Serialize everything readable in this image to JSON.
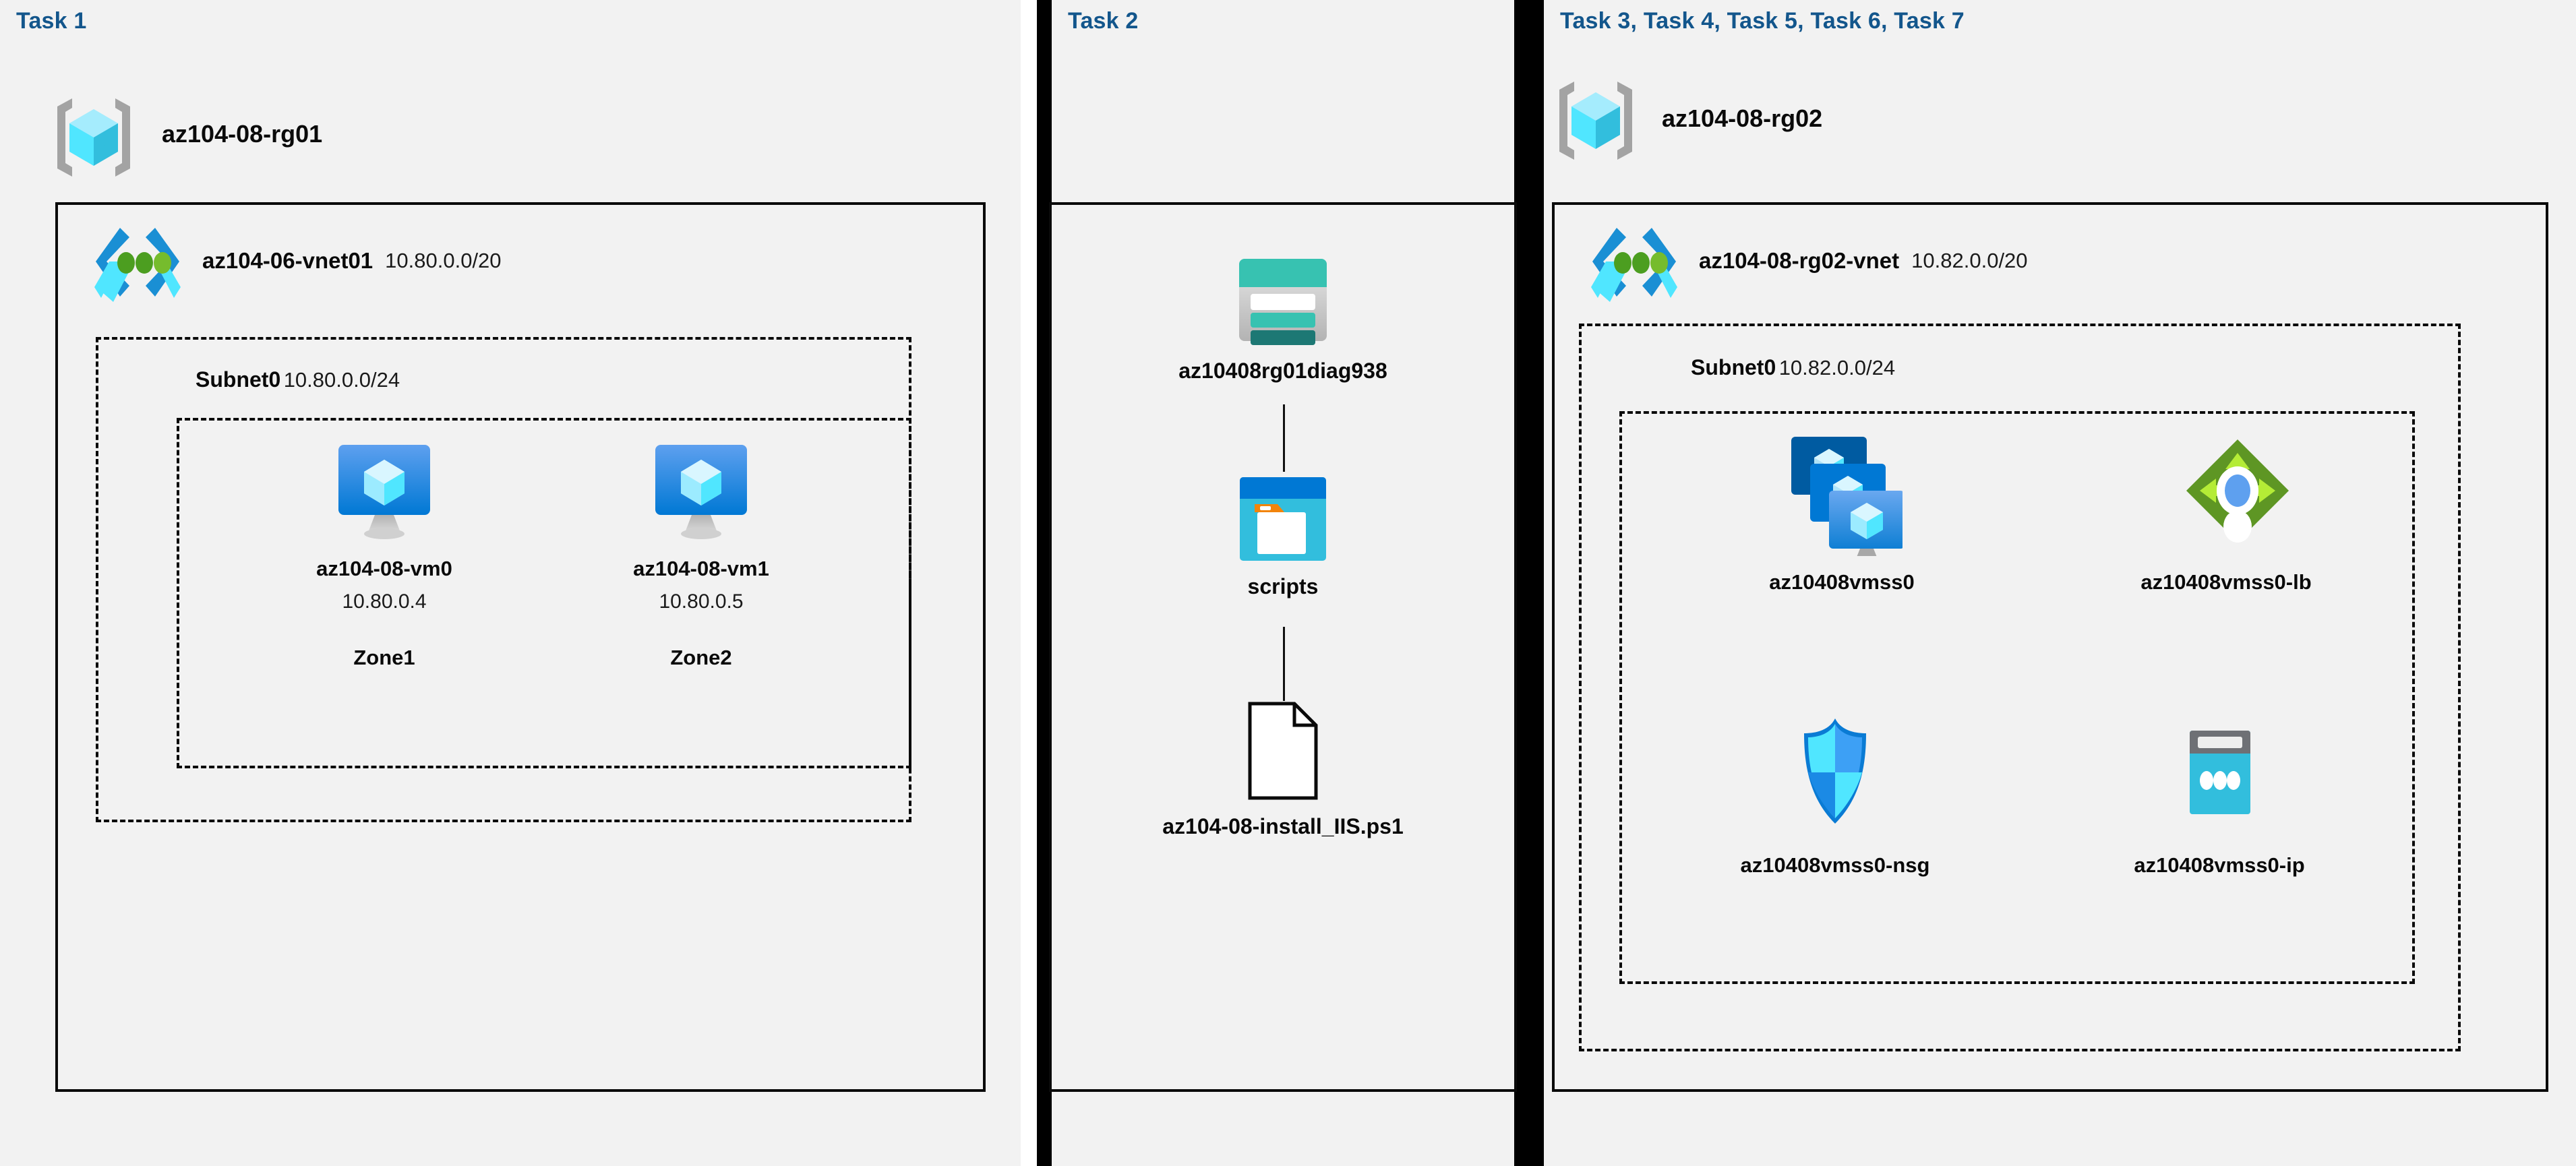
{
  "panels": [
    {
      "title": "Task 1"
    },
    {
      "title": "Task 2"
    },
    {
      "title": "Task 3, Task 4, Task 5, Task 6, Task 7"
    }
  ],
  "panel1": {
    "resource_group": {
      "name": "az104-08-rg01",
      "icon": "resource-group-icon"
    },
    "vnet": {
      "name": "az104-06-vnet01",
      "cidr": "10.80.0.0/20",
      "icon": "virtual-network-icon"
    },
    "subnet": {
      "name": "Subnet0",
      "cidr": "10.80.0.0/24"
    },
    "vms": [
      {
        "name": "az104-08-vm0",
        "ip": "10.80.0.4",
        "zone": "Zone1",
        "icon": "virtual-machine-icon"
      },
      {
        "name": "az104-08-vm1",
        "ip": "10.80.0.5",
        "zone": "Zone2",
        "icon": "virtual-machine-icon"
      }
    ]
  },
  "panel2": {
    "storage_account": {
      "name": "az10408rg01diag938",
      "icon": "storage-account-icon"
    },
    "container": {
      "name": "scripts",
      "icon": "blob-container-icon"
    },
    "file": {
      "name": "az104-08-install_IIS.ps1",
      "icon": "file-icon"
    }
  },
  "panel3": {
    "resource_group": {
      "name": "az104-08-rg02",
      "icon": "resource-group-icon"
    },
    "vnet": {
      "name": "az104-08-rg02-vnet",
      "cidr": "10.82.0.0/20",
      "icon": "virtual-network-icon"
    },
    "subnet": {
      "name": "Subnet0",
      "cidr": "10.82.0.0/24"
    },
    "resources": [
      {
        "name": "az10408vmss0",
        "icon": "vm-scale-set-icon"
      },
      {
        "name": "az10408vmss0-lb",
        "icon": "load-balancer-icon"
      },
      {
        "name": "az10408vmss0-nsg",
        "icon": "network-security-group-icon"
      },
      {
        "name": "az10408vmss0-ip",
        "icon": "public-ip-address-icon"
      }
    ]
  },
  "colors": {
    "panel_background": "#f2f2f2",
    "title_blue": "#13568c",
    "border_black": "#0a0a0a",
    "azure_blue": "#0078d4",
    "cyan": "#32bedd",
    "storage_teal": "#37c2b1",
    "storage_teal_dark": "#1d7874",
    "lb_green": "#5e9624",
    "lb_green_light": "#a4d133"
  }
}
